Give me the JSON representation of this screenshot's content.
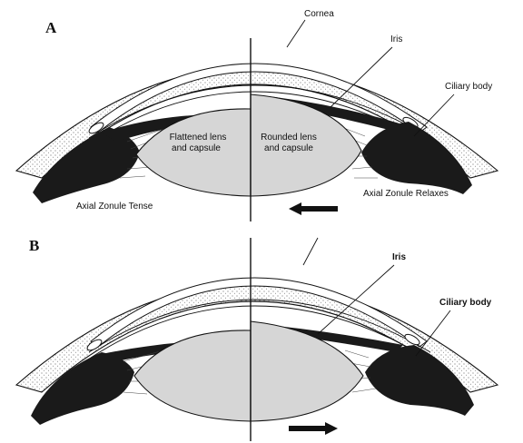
{
  "panels": [
    {
      "letter": "A",
      "labels": {
        "cornea": "Cornea",
        "iris": "Iris",
        "ciliary_body": "Ciliary body",
        "flattened_line1": "Flattened lens",
        "flattened_line2": "and capsule",
        "rounded_line1": "Rounded lens",
        "rounded_line2": "and capsule",
        "zonule_left": "Axial Zonule Tense",
        "zonule_right": "Axial Zonule Relaxes"
      },
      "arrow_direction": "left"
    },
    {
      "letter": "B",
      "labels": {
        "iris": "Iris",
        "ciliary_body": "Ciliary body"
      },
      "arrow_direction": "right"
    }
  ],
  "colors": {
    "lens_fill": "#d6d6d6",
    "muscle_fill": "#1a1a1a",
    "outline": "#111111"
  }
}
